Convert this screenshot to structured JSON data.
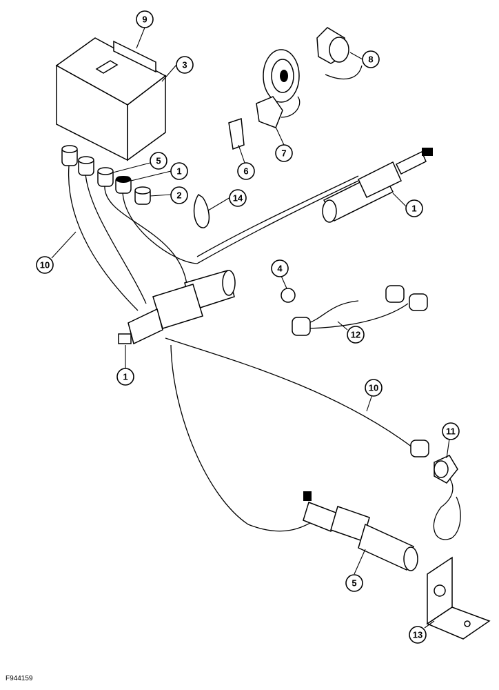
{
  "figure": {
    "id": "F944159"
  },
  "colors": {
    "line": "#000000",
    "background": "#ffffff"
  },
  "callouts": [
    {
      "name": "callout-9-box-lid",
      "label": "9"
    },
    {
      "name": "callout-3-control-box",
      "label": "3"
    },
    {
      "name": "callout-8-light",
      "label": "8"
    },
    {
      "name": "callout-7-lamp",
      "label": "7"
    },
    {
      "name": "callout-6-bracket",
      "label": "6"
    },
    {
      "name": "callout-5-connector",
      "label": "5"
    },
    {
      "name": "callout-1-connector",
      "label": "1"
    },
    {
      "name": "callout-2-connector",
      "label": "2"
    },
    {
      "name": "callout-14-clip",
      "label": "14"
    },
    {
      "name": "callout-1-harness-upper",
      "label": "1"
    },
    {
      "name": "callout-10-harness-left",
      "label": "10"
    },
    {
      "name": "callout-4-ring",
      "label": "4"
    },
    {
      "name": "callout-12-jumper",
      "label": "12"
    },
    {
      "name": "callout-1-harness-left",
      "label": "1"
    },
    {
      "name": "callout-10-harness-right",
      "label": "10"
    },
    {
      "name": "callout-11-socket",
      "label": "11"
    },
    {
      "name": "callout-5-harness-lower",
      "label": "5"
    },
    {
      "name": "callout-13-mount-bracket",
      "label": "13"
    }
  ]
}
